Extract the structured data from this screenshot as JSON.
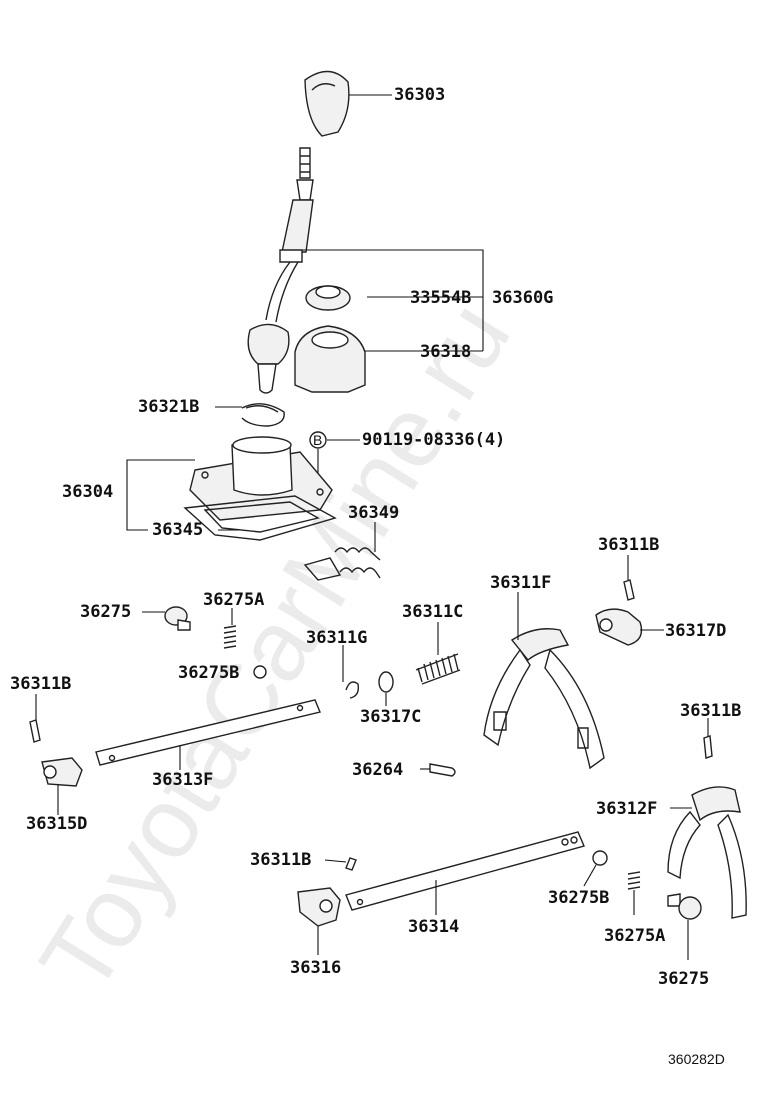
{
  "watermark": "ToyotaCarMine.ru",
  "diagram_code": "360282D",
  "labels": {
    "l36303": "36303",
    "l33554B": "33554B",
    "l36360G": "36360G",
    "l36318": "36318",
    "l36321B": "36321B",
    "l90119": "90119-08336(4)",
    "bolt_mark": "B",
    "l36304": "36304",
    "l36345": "36345",
    "l36349": "36349",
    "l36311B_a": "36311B",
    "l36275_a": "36275",
    "l36275A_a": "36275A",
    "l36311C": "36311C",
    "l36311F": "36311F",
    "l36317D": "36317D",
    "l36311G": "36311G",
    "l36275B_a": "36275B",
    "l36311B_b": "36311B",
    "l36317C": "36317C",
    "l36311B_c": "36311B",
    "l36264": "36264",
    "l36313F": "36313F",
    "l36315D": "36315D",
    "l36312F": "36312F",
    "l36311B_d": "36311B",
    "l36275B_b": "36275B",
    "l36314": "36314",
    "l36275A_b": "36275A",
    "l36316": "36316",
    "l36275_b": "36275"
  }
}
